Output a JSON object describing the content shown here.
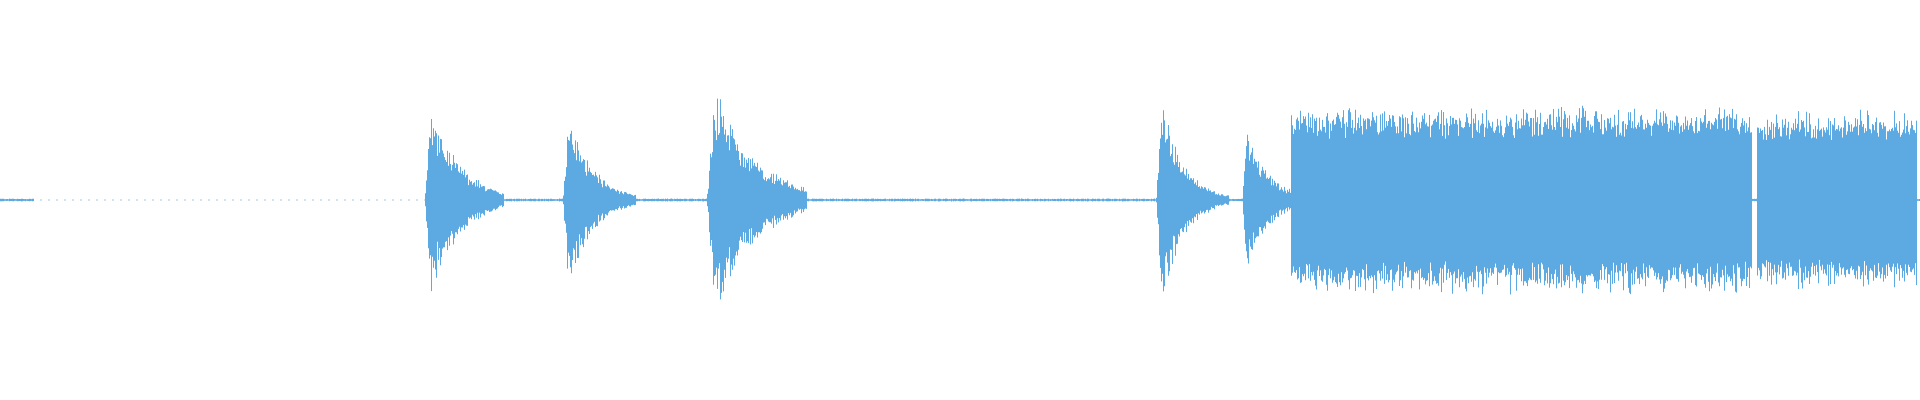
{
  "waveform": {
    "color": "#5DA9E1",
    "background": "#ffffff",
    "segments": [
      {
        "name": "silence",
        "start": 0.0,
        "end": 0.221,
        "amp": 0.005
      },
      {
        "name": "hit-1",
        "start": 0.221,
        "end": 0.262,
        "amp": 0.52,
        "decay": 0.38
      },
      {
        "name": "hit-2",
        "start": 0.293,
        "end": 0.331,
        "amp": 0.5,
        "decay": 0.32
      },
      {
        "name": "hit-3",
        "start": 0.368,
        "end": 0.42,
        "amp": 0.62,
        "decay": 0.42
      },
      {
        "name": "hit-4",
        "start": 0.602,
        "end": 0.64,
        "amp": 0.58,
        "decay": 0.3
      },
      {
        "name": "hit-5",
        "start": 0.647,
        "end": 0.672,
        "amp": 0.42,
        "decay": 0.46
      },
      {
        "name": "sustain-1",
        "start": 0.672,
        "end": 0.912,
        "amp": 0.5,
        "decay": 1.0
      },
      {
        "name": "sustain-2",
        "start": 0.915,
        "end": 0.998,
        "amp": 0.48,
        "decay": 1.0
      }
    ]
  }
}
